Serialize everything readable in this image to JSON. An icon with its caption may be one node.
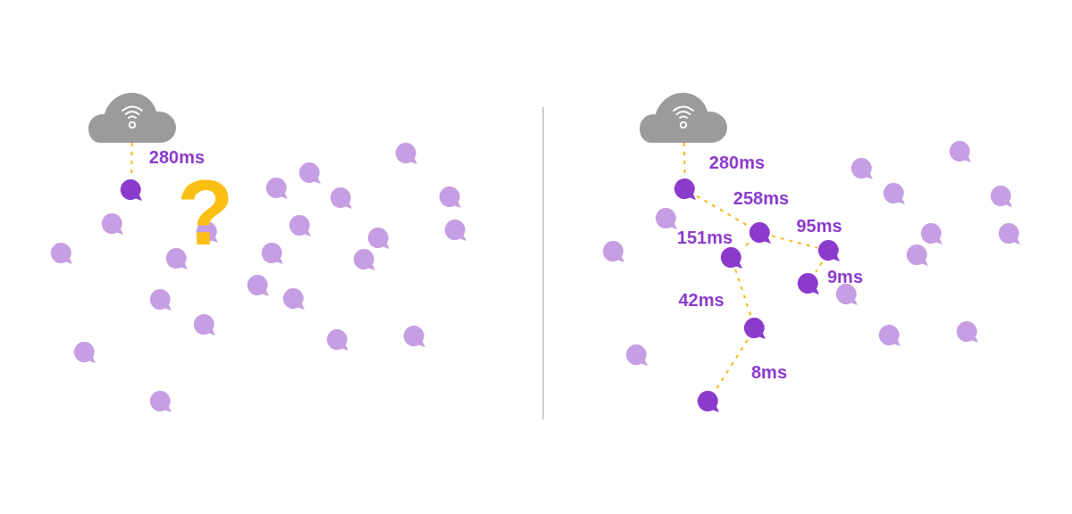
{
  "diagram": {
    "nodes": [
      {
        "text": [],
        "shape": "cloud"
      },
      {
        "text": [],
        "shape": "bubble"
      },
      {
        "text": [],
        "shape": "bubble"
      },
      {
        "text": [],
        "shape": "bubble"
      },
      {
        "text": [],
        "shape": "bubble"
      },
      {
        "text": [],
        "shape": "bubble"
      },
      {
        "text": [],
        "shape": "bubble"
      },
      {
        "text": [],
        "shape": "bubble"
      },
      {
        "text": [],
        "shape": "bubble"
      },
      {
        "text": [],
        "shape": "bubble"
      },
      {
        "text": [],
        "shape": "bubble"
      },
      {
        "text": [],
        "shape": "bubble"
      },
      {
        "text": [],
        "shape": "bubble"
      },
      {
        "text": [],
        "shape": "bubble"
      },
      {
        "text": [],
        "shape": "bubble"
      },
      {
        "text": [],
        "shape": "bubble"
      },
      {
        "text": [],
        "shape": "bubble"
      },
      {
        "text": [],
        "shape": "bubble"
      },
      {
        "text": [],
        "shape": "bubble"
      },
      {
        "text": [],
        "shape": "bubble"
      },
      {
        "text": [],
        "shape": "bubble"
      },
      {
        "text": [],
        "shape": "bubble"
      },
      {
        "text": [],
        "shape": "bubble"
      },
      {
        "text": [],
        "shape": "bubble"
      },
      {
        "text": [],
        "shape": "cloud"
      },
      {
        "text": [],
        "shape": "bubble"
      },
      {
        "text": [],
        "shape": "bubble"
      },
      {
        "text": [],
        "shape": "bubble"
      },
      {
        "text": [],
        "shape": "bubble"
      },
      {
        "text": [],
        "shape": "bubble"
      },
      {
        "text": [],
        "shape": "bubble"
      },
      {
        "text": [],
        "shape": "bubble"
      },
      {
        "text": [],
        "shape": "bubble"
      },
      {
        "text": [],
        "shape": "bubble"
      },
      {
        "text": [],
        "shape": "bubble"
      },
      {
        "text": [],
        "shape": "bubble"
      },
      {
        "text": [],
        "shape": "bubble"
      },
      {
        "text": [],
        "shape": "bubble"
      },
      {
        "text": [],
        "shape": "bubble"
      },
      {
        "text": [],
        "shape": "bubble"
      },
      {
        "text": [],
        "shape": "bubble"
      },
      {
        "text": [],
        "shape": "bubble"
      },
      {
        "text": [],
        "shape": "bubble"
      },
      {
        "text": [],
        "shape": "bubble"
      },
      {
        "text": [],
        "shape": "bubble"
      }
    ],
    "edges": [
      {
        "from": 0,
        "to": 1,
        "arrow": "none",
        "label": "280ms",
        "style": "dashed"
      },
      {
        "from": 24,
        "to": 25,
        "arrow": "none",
        "label": "280ms",
        "style": "dashed"
      },
      {
        "from": 25,
        "to": 26,
        "arrow": "none",
        "label": "258ms",
        "style": "dashed"
      },
      {
        "from": 26,
        "to": 27,
        "arrow": "none",
        "label": "95ms",
        "style": "dashed"
      },
      {
        "from": 27,
        "to": 28,
        "arrow": "none",
        "label": "9ms",
        "style": "dashed"
      },
      {
        "from": 26,
        "to": 29,
        "arrow": "none",
        "label": "151ms",
        "style": "dashed"
      },
      {
        "from": 29,
        "to": 30,
        "arrow": "none",
        "label": "42ms",
        "style": "dashed"
      },
      {
        "from": 30,
        "to": 31,
        "arrow": "none",
        "label": "8ms",
        "style": "dashed"
      }
    ],
    "labels": [
      "?"
    ]
  }
}
